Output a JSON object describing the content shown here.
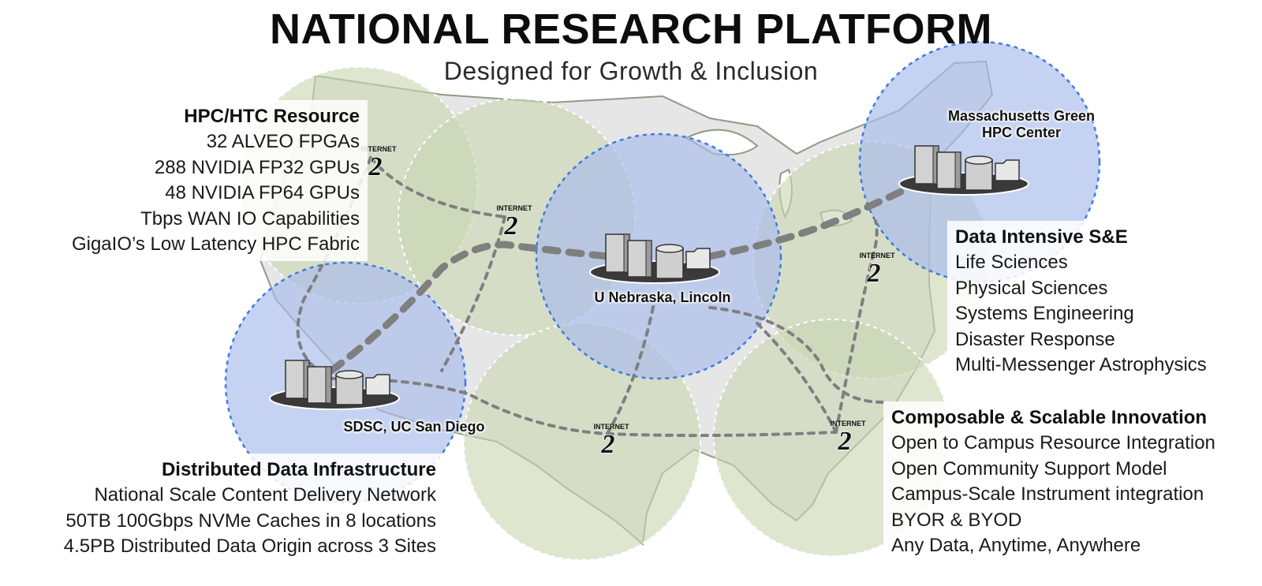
{
  "header": {
    "title": "NATIONAL RESEARCH PLATFORM",
    "subtitle": "Designed for Growth & Inclusion"
  },
  "panels": {
    "hpc": {
      "heading": "HPC/HTC Resource",
      "items": [
        "32 ALVEO FPGAs",
        "288 NVIDIA FP32 GPUs",
        "48 NVIDIA FP64 GPUs",
        "Tbps WAN IO Capabilities",
        "GigaIO’s Low Latency HPC Fabric"
      ]
    },
    "data_intensive": {
      "heading": "Data Intensive S&E",
      "items": [
        "Life Sciences",
        "Physical Sciences",
        "Systems Engineering",
        "Disaster Response",
        "Multi-Messenger Astrophysics"
      ]
    },
    "distributed": {
      "heading": "Distributed Data Infrastructure",
      "items": [
        "National Scale Content Delivery Network",
        "50TB 100Gbps NVMe Caches in 8 locations",
        "4.5PB Distributed Data Origin across 3 Sites"
      ]
    },
    "composable": {
      "heading": "Composable & Scalable Innovation",
      "items": [
        "Open to Campus Resource Integration",
        "Open Community Support Model",
        "Campus-Scale Instrument integration",
        "BYOR & BYOD",
        "Any Data, Anytime, Anywhere"
      ]
    }
  },
  "sites": {
    "mghpcc": {
      "label_line1": "Massachusetts Green",
      "label_line2": "HPC Center"
    },
    "unl": {
      "label": "U Nebraska, Lincoln"
    },
    "sdsc": {
      "label": "SDSC, UC San Diego"
    }
  },
  "internet_logo": {
    "word": "INTERNET",
    "digit": "2"
  },
  "colors": {
    "green_zone": "#c9d6b3",
    "blue_zone": "#a9bcea",
    "blue_dash": "#3f7be0",
    "map_fill": "#e6e6e6",
    "map_edge": "#8f9a84",
    "path_gray": "#7f7f7f"
  }
}
